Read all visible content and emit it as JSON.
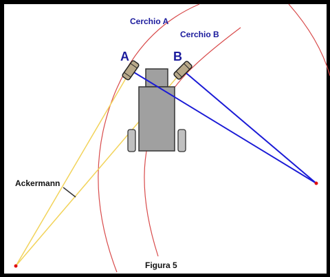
{
  "labels": {
    "circle_a": "Cerchio A",
    "circle_b": "Cerchio B",
    "wheel_a": "A",
    "wheel_b": "B",
    "ackermann": "Ackermann",
    "caption": "Figura 5"
  },
  "colors": {
    "frame": "#000000",
    "background": "#ffffff",
    "circle": "#d84a4a",
    "yellow_lines": "#f2d35a",
    "blue_lines": "#1a1ad6",
    "body_fill": "#a0a0a0",
    "wheel_fill": "#b8a98a",
    "text_blue": "#1a1a9c",
    "text_black": "#111111",
    "center_point": "#e01010"
  }
}
